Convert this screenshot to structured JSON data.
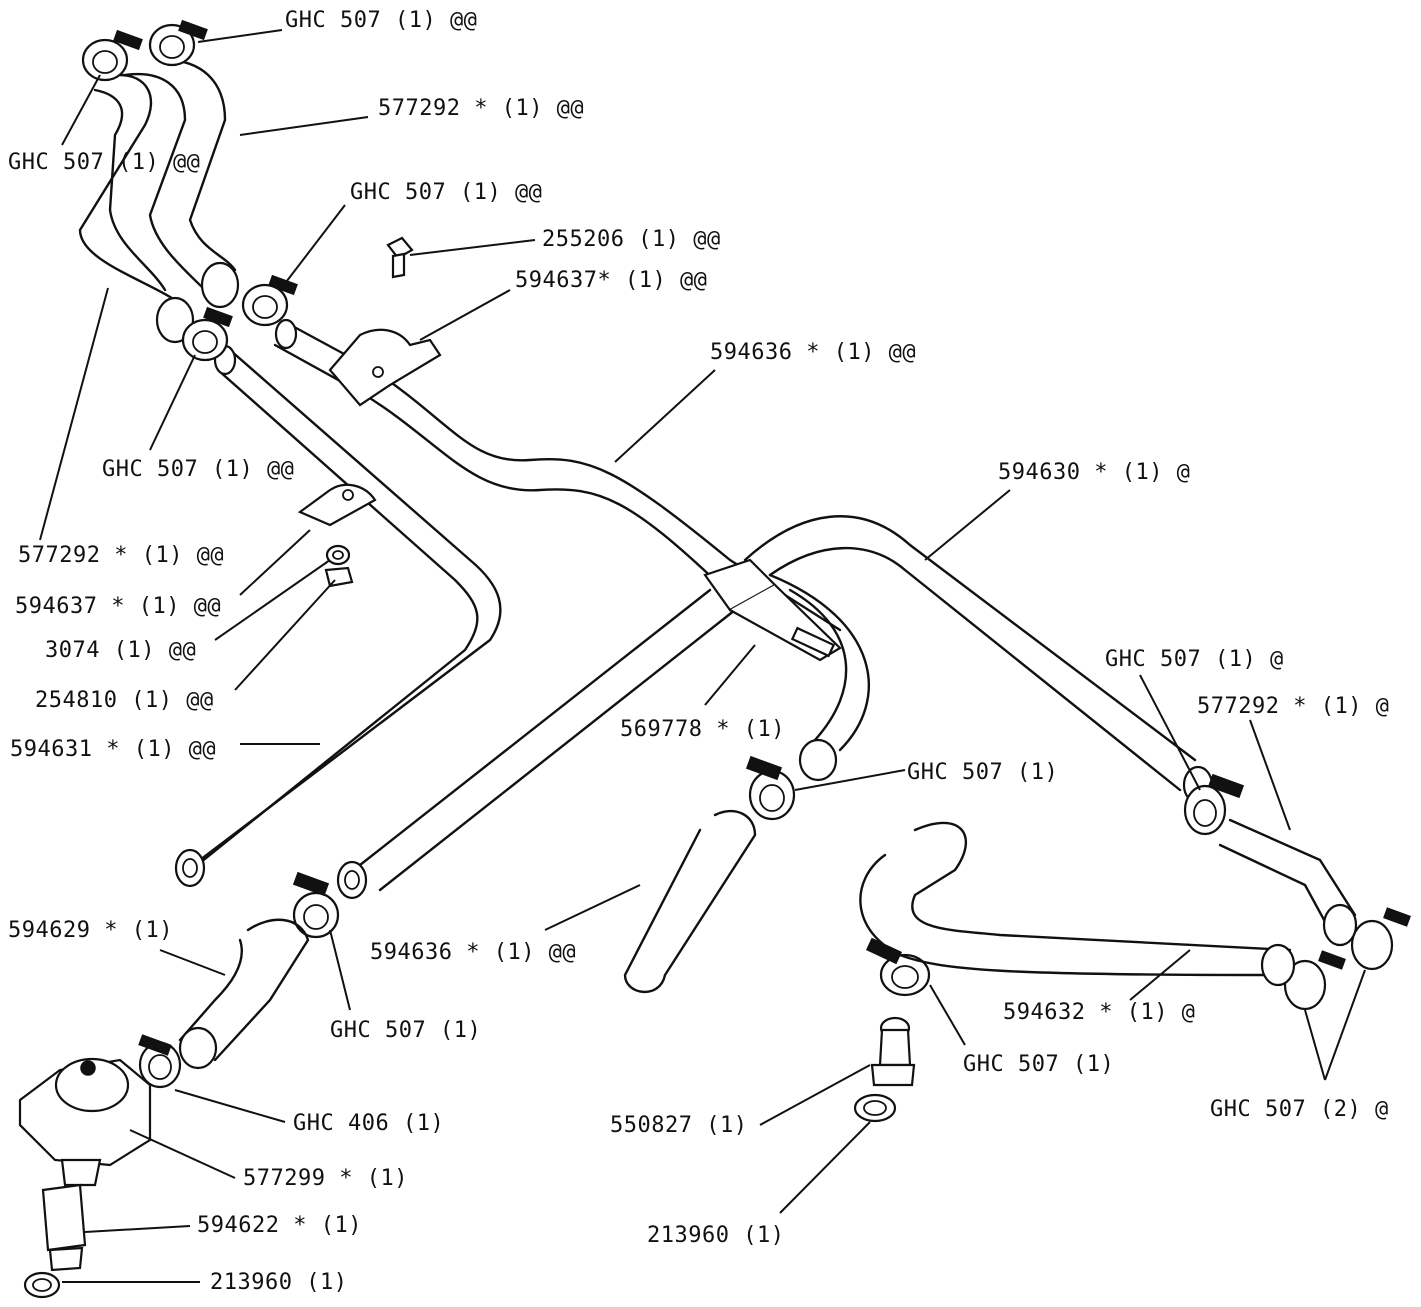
{
  "labels": [
    {
      "id": "l01",
      "text": "GHC 507 (1) @@"
    },
    {
      "id": "l02",
      "text": "577292 * (1) @@"
    },
    {
      "id": "l03",
      "text": "GHC 507 (1) @@"
    },
    {
      "id": "l04",
      "text": "GHC 507 (1) @@"
    },
    {
      "id": "l05",
      "text": "255206 (1) @@"
    },
    {
      "id": "l06",
      "text": "594637* (1) @@"
    },
    {
      "id": "l07",
      "text": "594636 * (1) @@"
    },
    {
      "id": "l08",
      "text": "GHC 507 (1) @@"
    },
    {
      "id": "l09",
      "text": "594630 * (1) @"
    },
    {
      "id": "l10",
      "text": "577292 * (1) @@"
    },
    {
      "id": "l11",
      "text": "594637 * (1) @@"
    },
    {
      "id": "l12",
      "text": "3074 (1) @@"
    },
    {
      "id": "l13",
      "text": "254810 (1) @@"
    },
    {
      "id": "l14",
      "text": "594631 * (1) @@"
    },
    {
      "id": "l15",
      "text": "GHC 507 (1) @"
    },
    {
      "id": "l16",
      "text": "577292 * (1) @"
    },
    {
      "id": "l17",
      "text": "569778 * (1)"
    },
    {
      "id": "l18",
      "text": "GHC 507 (1)"
    },
    {
      "id": "l19",
      "text": "594629 * (1)"
    },
    {
      "id": "l20",
      "text": "594636 * (1) @@"
    },
    {
      "id": "l21",
      "text": "GHC 507 (1)"
    },
    {
      "id": "l22",
      "text": "594632 * (1) @"
    },
    {
      "id": "l23",
      "text": "GHC 507 (1)"
    },
    {
      "id": "l24",
      "text": "GHC 406 (1)"
    },
    {
      "id": "l25",
      "text": "550827 (1)"
    },
    {
      "id": "l26",
      "text": "GHC 507 (2) @"
    },
    {
      "id": "l27",
      "text": "577299 * (1)"
    },
    {
      "id": "l28",
      "text": "594622 * (1)"
    },
    {
      "id": "l29",
      "text": "213960 (1)"
    },
    {
      "id": "l30",
      "text": "213960 (1)"
    }
  ]
}
